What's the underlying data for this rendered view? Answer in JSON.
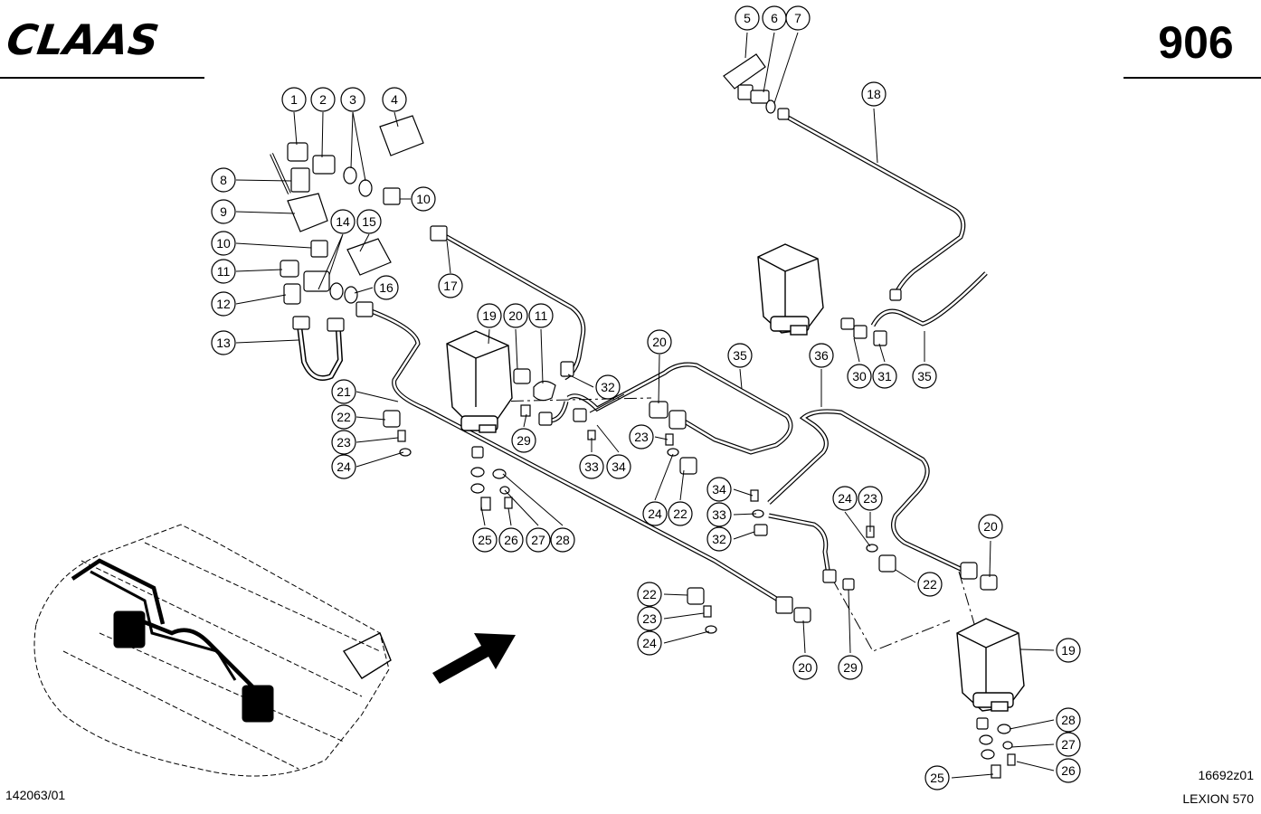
{
  "header": {
    "brand": "CLAAS",
    "page_number": "906"
  },
  "footer": {
    "left_code": "142063/01",
    "drawing_code": "16692z01",
    "model": "LEXION 570"
  },
  "icons": {
    "logo": "claas-logo-icon",
    "direction": "arrow-right-up-icon"
  },
  "callouts": [
    {
      "label": "1"
    },
    {
      "label": "2"
    },
    {
      "label": "3"
    },
    {
      "label": "4"
    },
    {
      "label": "8"
    },
    {
      "label": "9"
    },
    {
      "label": "10"
    },
    {
      "label": "10"
    },
    {
      "label": "11"
    },
    {
      "label": "12"
    },
    {
      "label": "13"
    },
    {
      "label": "14"
    },
    {
      "label": "15"
    },
    {
      "label": "16"
    },
    {
      "label": "17"
    },
    {
      "label": "5"
    },
    {
      "label": "6"
    },
    {
      "label": "7"
    },
    {
      "label": "18"
    },
    {
      "label": "19"
    },
    {
      "label": "20"
    },
    {
      "label": "11"
    },
    {
      "label": "32"
    },
    {
      "label": "21"
    },
    {
      "label": "22"
    },
    {
      "label": "23"
    },
    {
      "label": "24"
    },
    {
      "label": "29"
    },
    {
      "label": "33"
    },
    {
      "label": "34"
    },
    {
      "label": "25"
    },
    {
      "label": "26"
    },
    {
      "label": "27"
    },
    {
      "label": "28"
    },
    {
      "label": "20"
    },
    {
      "label": "35"
    },
    {
      "label": "36"
    },
    {
      "label": "23"
    },
    {
      "label": "24"
    },
    {
      "label": "22"
    },
    {
      "label": "34"
    },
    {
      "label": "33"
    },
    {
      "label": "32"
    },
    {
      "label": "30"
    },
    {
      "label": "31"
    },
    {
      "label": "35"
    },
    {
      "label": "24"
    },
    {
      "label": "23"
    },
    {
      "label": "22"
    },
    {
      "label": "20"
    },
    {
      "label": "22"
    },
    {
      "label": "23"
    },
    {
      "label": "24"
    },
    {
      "label": "20"
    },
    {
      "label": "29"
    },
    {
      "label": "19"
    },
    {
      "label": "28"
    },
    {
      "label": "27"
    },
    {
      "label": "26"
    },
    {
      "label": "25"
    }
  ]
}
